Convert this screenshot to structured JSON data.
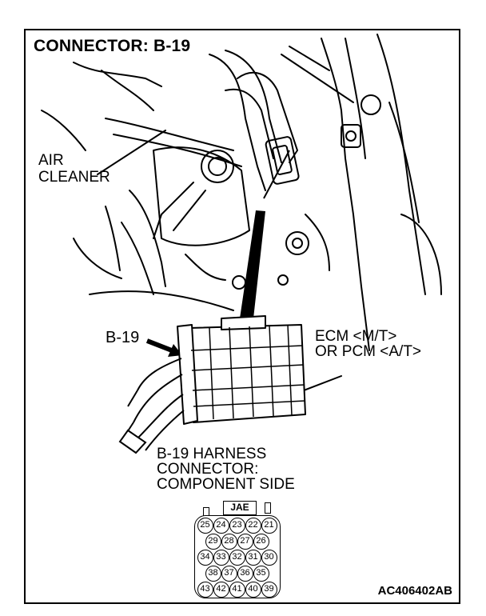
{
  "title": "CONNECTOR: B-19",
  "labels": {
    "air_cleaner": [
      "AIR",
      "CLEANER"
    ],
    "connector_callout": "B-19",
    "ecm": [
      "ECM <M/T>",
      "OR PCM <A/T>"
    ],
    "harness": [
      "B-19 HARNESS",
      "CONNECTOR:",
      "COMPONENT SIDE"
    ]
  },
  "connector_face": {
    "brand": "JAE",
    "rows": [
      [
        "25",
        "24",
        "23",
        "22",
        "21"
      ],
      [
        "29",
        "28",
        "27",
        "26"
      ],
      [
        "34",
        "33",
        "32",
        "31",
        "30"
      ],
      [
        "38",
        "37",
        "36",
        "35"
      ],
      [
        "43",
        "42",
        "41",
        "40",
        "39"
      ]
    ]
  },
  "figure_code": "AC406402AB"
}
